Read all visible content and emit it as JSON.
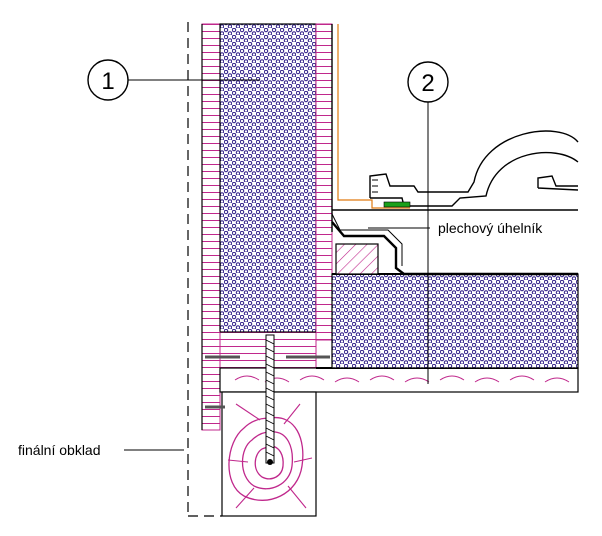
{
  "callouts": [
    {
      "number": "1"
    },
    {
      "number": "2"
    }
  ],
  "labels": {
    "flashing": "plechový úhelník",
    "cladding": "finální obklad"
  },
  "colors": {
    "insulation_fill": "#3b2a8f",
    "timber": "#c0288c",
    "flashing": "#000000",
    "accent_orange": "#e07a10",
    "accent_green": "#1aa01a"
  }
}
